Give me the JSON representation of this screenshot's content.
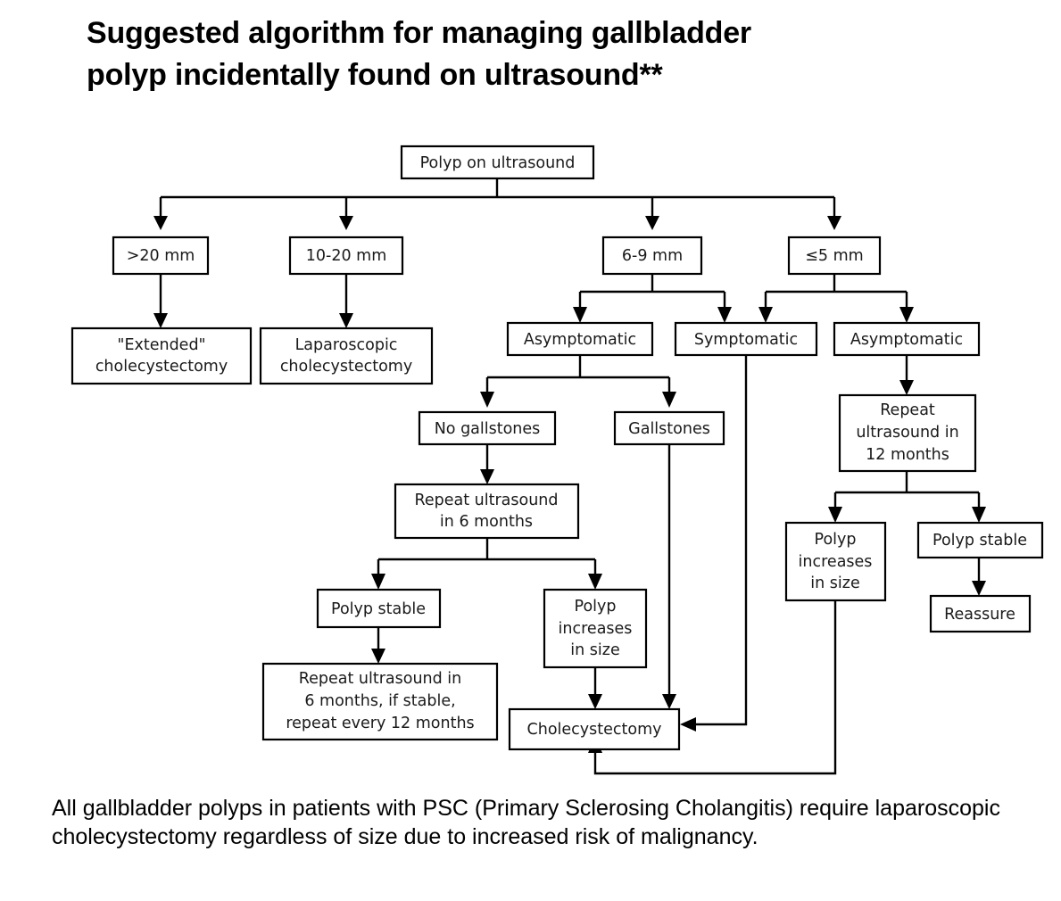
{
  "document": {
    "title": "Suggested algorithm for managing gallbladder\npolyp incidentally found on ultrasound**",
    "caption": "All gallbladder polyps in patients with PSC (Primary Sclerosing Cholangitis) require laparoscopic cholecystectomy regardless of size due to increased risk of malignancy."
  },
  "chart_data": {
    "type": "diagram",
    "diagram_kind": "flowchart",
    "title": "Suggested algorithm for managing gallbladder polyp incidentally found on ultrasound**",
    "orientation": "top-down",
    "node_count": 20,
    "nodes": [
      {
        "id": "root",
        "label": "Polyp on ultrasound"
      },
      {
        "id": "gt20",
        "label": ">20 mm"
      },
      {
        "id": "m10_20",
        "label": "10-20 mm"
      },
      {
        "id": "m6_9",
        "label": "6-9 mm"
      },
      {
        "id": "le5",
        "label": "≤5 mm"
      },
      {
        "id": "extended",
        "label": "\"Extended\"\ncholecystectomy"
      },
      {
        "id": "lap",
        "label": "Laparoscopic\ncholecystectomy"
      },
      {
        "id": "asym69",
        "label": "Asymptomatic"
      },
      {
        "id": "sympt",
        "label": "Symptomatic"
      },
      {
        "id": "asym5",
        "label": "Asymptomatic"
      },
      {
        "id": "nogallstones",
        "label": "No gallstones"
      },
      {
        "id": "gallstones",
        "label": "Gallstones"
      },
      {
        "id": "repeat6",
        "label": "Repeat ultrasound\nin 6 months"
      },
      {
        "id": "repeat12",
        "label": "Repeat\nultrasound in\n12 months"
      },
      {
        "id": "stable_left",
        "label": "Polyp stable"
      },
      {
        "id": "inc_left",
        "label": "Polyp\nincreases\nin size"
      },
      {
        "id": "inc_right",
        "label": "Polyp\nincreases\nin size"
      },
      {
        "id": "stable_right",
        "label": "Polyp stable"
      },
      {
        "id": "reassure",
        "label": "Reassure"
      },
      {
        "id": "repeat_sched",
        "label": "Repeat ultrasound in\n6 months, if stable,\nrepeat every 12 months"
      },
      {
        "id": "chole",
        "label": "Cholecystectomy"
      }
    ],
    "edges": [
      {
        "from": "root",
        "to": "gt20"
      },
      {
        "from": "root",
        "to": "m10_20"
      },
      {
        "from": "root",
        "to": "m6_9"
      },
      {
        "from": "root",
        "to": "le5"
      },
      {
        "from": "gt20",
        "to": "extended"
      },
      {
        "from": "m10_20",
        "to": "lap"
      },
      {
        "from": "m6_9",
        "to": "asym69"
      },
      {
        "from": "m6_9",
        "to": "sympt"
      },
      {
        "from": "le5",
        "to": "sympt"
      },
      {
        "from": "le5",
        "to": "asym5"
      },
      {
        "from": "asym69",
        "to": "nogallstones"
      },
      {
        "from": "asym69",
        "to": "gallstones"
      },
      {
        "from": "nogallstones",
        "to": "repeat6"
      },
      {
        "from": "repeat6",
        "to": "stable_left"
      },
      {
        "from": "repeat6",
        "to": "inc_left"
      },
      {
        "from": "stable_left",
        "to": "repeat_sched"
      },
      {
        "from": "inc_left",
        "to": "chole"
      },
      {
        "from": "gallstones",
        "to": "chole"
      },
      {
        "from": "sympt",
        "to": "chole"
      },
      {
        "from": "asym5",
        "to": "repeat12"
      },
      {
        "from": "repeat12",
        "to": "inc_right"
      },
      {
        "from": "repeat12",
        "to": "stable_right"
      },
      {
        "from": "stable_right",
        "to": "reassure"
      },
      {
        "from": "inc_right",
        "to": "chole"
      }
    ]
  },
  "labels": {
    "root": "Polyp on ultrasound",
    "gt20": ">20 mm",
    "m10_20": "10-20 mm",
    "m6_9": "6-9 mm",
    "le5": "≤5 mm",
    "extended_l1": "\"Extended\"",
    "extended_l2": "cholecystectomy",
    "lap_l1": "Laparoscopic",
    "lap_l2": "cholecystectomy",
    "asym69": "Asymptomatic",
    "sympt": "Symptomatic",
    "asym5": "Asymptomatic",
    "nogallstones": "No gallstones",
    "gallstones": "Gallstones",
    "repeat6_l1": "Repeat ultrasound",
    "repeat6_l2": "in 6 months",
    "repeat12_l1": "Repeat",
    "repeat12_l2": "ultrasound in",
    "repeat12_l3": "12 months",
    "stable_left": "Polyp stable",
    "inc_left_l1": "Polyp",
    "inc_left_l2": "increases",
    "inc_left_l3": "in size",
    "inc_right_l1": "Polyp",
    "inc_right_l2": "increases",
    "inc_right_l3": "in size",
    "stable_right": "Polyp stable",
    "reassure": "Reassure",
    "sched_l1": "Repeat ultrasound in",
    "sched_l2": "6 months, if stable,",
    "sched_l3": "repeat every 12 months",
    "chole": "Cholecystectomy"
  },
  "colors": {
    "background": "#ffffff",
    "stroke": "#000000",
    "text": "#000000",
    "box_fill": "#ffffff"
  }
}
